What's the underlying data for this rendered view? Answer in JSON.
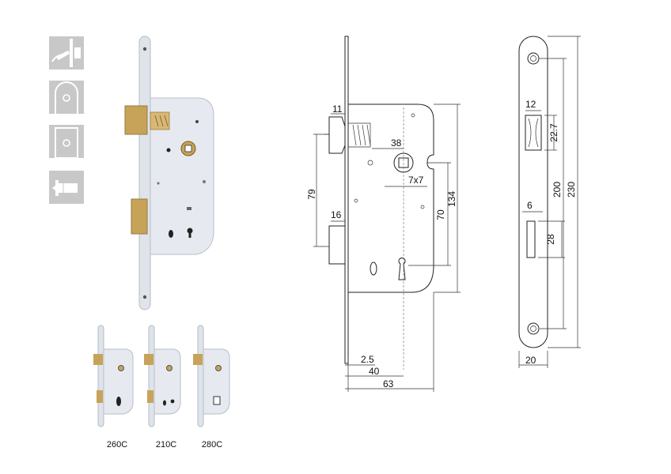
{
  "colors": {
    "icon_bg": "#c8c8c8",
    "icon_fg": "#ffffff",
    "lock_body": "#e4e7ee",
    "brass": "#c7a35a",
    "line": "#222222"
  },
  "icons": [
    {
      "name": "door-handle-icon"
    },
    {
      "name": "arched-plate-icon"
    },
    {
      "name": "square-plate-icon"
    },
    {
      "name": "latch-bolt-icon"
    }
  ],
  "variants": [
    {
      "label": "260C"
    },
    {
      "label": "210C"
    },
    {
      "label": "280C"
    }
  ],
  "side_view": {
    "dims": {
      "latch_width": "11",
      "follower_spacing": "38",
      "spindle_square": "7x7",
      "latch_to_follower": "79",
      "deadbolt_width": "16",
      "follower_to_key": "70",
      "case_height": "134",
      "faceplate_thickness": "2.5",
      "backset": "40",
      "case_depth": "63"
    }
  },
  "front_view": {
    "dims": {
      "latch_opening_width": "12",
      "latch_opening_height": "22.7",
      "bolt_opening_width": "6",
      "bolt_opening_height": "28",
      "screw_spacing": "200",
      "faceplate_length": "230",
      "faceplate_width": "20"
    }
  }
}
